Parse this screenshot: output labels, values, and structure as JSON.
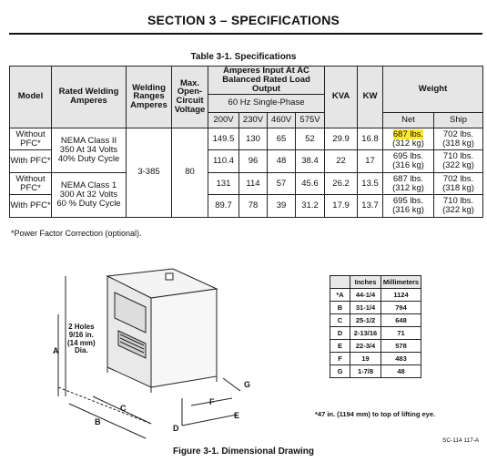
{
  "section_title": "SECTION 3 – SPECIFICATIONS",
  "table_caption": "Table 3-1. Specifications",
  "table": {
    "headers": {
      "model": "Model",
      "rated_welding_amperes": "Rated Welding Amperes",
      "welding_ranges": "Welding Ranges Amperes",
      "max_ocv": "Max. Open-Circuit Voltage",
      "amperes_input": "Amperes Input At AC Balanced Rated Load Output",
      "phase": "60 Hz Single-Phase",
      "v200": "200V",
      "v230": "230V",
      "v460": "460V",
      "v575": "575V",
      "kva": "KVA",
      "kw": "KW",
      "weight": "Weight",
      "net": "Net",
      "ship": "Ship"
    },
    "rows": [
      {
        "model": "Without PFC*",
        "a200": "149.5",
        "a230": "130",
        "a460": "65",
        "a575": "52",
        "kva": "29.9",
        "kw": "16.8",
        "net": "687 lbs.",
        "net_kg": "(312 kg)",
        "ship": "702 lbs.",
        "ship_kg": "(318 kg)"
      },
      {
        "model": "With PFC*",
        "a200": "110.4",
        "a230": "96",
        "a460": "48",
        "a575": "38.4",
        "kva": "22",
        "kw": "17",
        "net": "695 lbs.",
        "net_kg": "(316 kg)",
        "ship": "710 lbs.",
        "ship_kg": "(322 kg)"
      },
      {
        "model": "Without PFC*",
        "a200": "131",
        "a230": "114",
        "a460": "57",
        "a575": "45.6",
        "kva": "26.2",
        "kw": "13.5",
        "net": "687 lbs.",
        "net_kg": "(312 kg)",
        "ship": "702 lbs.",
        "ship_kg": "(318 kg)"
      },
      {
        "model": "With PFC*",
        "a200": "89.7",
        "a230": "78",
        "a460": "39",
        "a575": "31.2",
        "kva": "17.9",
        "kw": "13.7",
        "net": "695 lbs.",
        "net_kg": "(316 kg)",
        "ship": "710 lbs.",
        "ship_kg": "(322 kg)"
      }
    ],
    "rated": [
      {
        "line1": "NEMA Class II",
        "line2": "350 At 34 Volts",
        "line3": "40% Duty Cycle"
      },
      {
        "line1": "NEMA Class 1",
        "line2": "300 At 32 Volts",
        "line3": "60 % Duty Cycle"
      }
    ],
    "welding_range": "3-385",
    "max_ocv_value": "80",
    "highlight_color": "#ffe82a"
  },
  "footnote": "*Power Factor Correction (optional).",
  "drawing": {
    "holes_l1": "2 Holes",
    "holes_l2": "9/16 in.",
    "holes_l3": "(14 mm)",
    "holes_l4": "Dia.",
    "labels": {
      "a": "A",
      "b": "B",
      "c": "C",
      "d": "D",
      "e": "E",
      "f": "F",
      "g": "G"
    }
  },
  "dims_table": {
    "headers": [
      "",
      "Inches",
      "Millimeters"
    ],
    "rows": [
      [
        "*A",
        "44-1/4",
        "1124"
      ],
      [
        "B",
        "31-1/4",
        "794"
      ],
      [
        "C",
        "25-1/2",
        "648"
      ],
      [
        "D",
        "2-13/16",
        "71"
      ],
      [
        "E",
        "22-3/4",
        "578"
      ],
      [
        "F",
        "19",
        "483"
      ],
      [
        "G",
        "1-7/8",
        "48"
      ]
    ]
  },
  "lift_note": "*47 in. (1194 mm) to top of lifting eye.",
  "sc_code": "SC-114 117-A",
  "figure_caption": "Figure 3-1. Dimensional Drawing"
}
